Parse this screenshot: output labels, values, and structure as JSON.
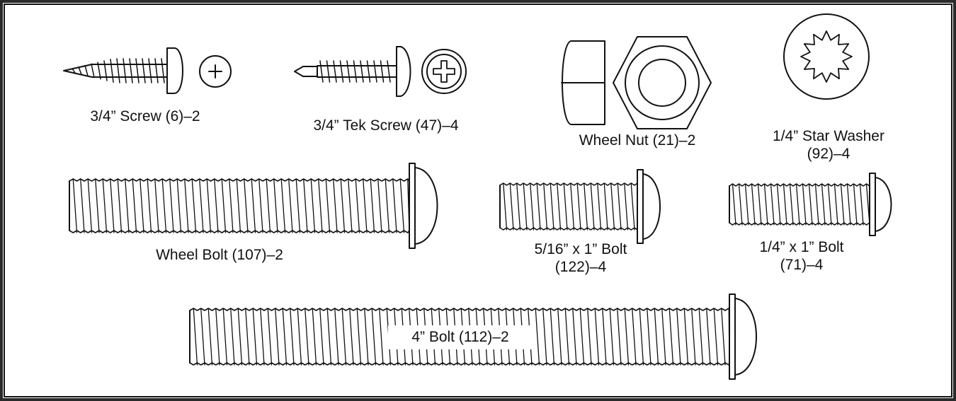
{
  "colors": {
    "line": "#111111",
    "frame_outer": "#2a2a2a",
    "background": "#ffffff"
  },
  "parts": [
    {
      "id": "screw-3-4",
      "icon": "pan-head-screw-icon",
      "label_lines": [
        "3/4” Screw (6)–2"
      ]
    },
    {
      "id": "tek-screw-3-4",
      "icon": "tek-screw-icon",
      "label_lines": [
        "3/4” Tek Screw (47)–4"
      ]
    },
    {
      "id": "wheel-nut",
      "icon": "hex-nut-icon",
      "label_lines": [
        "Wheel Nut (21)–2"
      ]
    },
    {
      "id": "star-washer",
      "icon": "star-washer-icon",
      "label_lines": [
        "1/4” Star Washer",
        "(92)–4"
      ]
    },
    {
      "id": "wheel-bolt",
      "icon": "button-head-bolt-icon",
      "label_lines": [
        "Wheel Bolt (107)–2"
      ]
    },
    {
      "id": "bolt-5-16x1",
      "icon": "button-head-bolt-icon",
      "label_lines": [
        "5/16” x 1” Bolt",
        "(122)–4"
      ]
    },
    {
      "id": "bolt-1-4x1",
      "icon": "button-head-bolt-icon",
      "label_lines": [
        "1/4” x 1” Bolt",
        "(71)–4"
      ]
    },
    {
      "id": "bolt-4",
      "icon": "button-head-bolt-icon",
      "label_lines": [
        "4” Bolt (112)–2"
      ]
    }
  ]
}
